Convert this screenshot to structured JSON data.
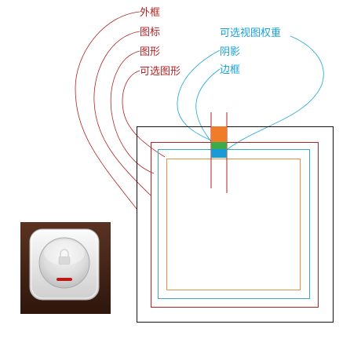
{
  "labels": {
    "outer_frame": "外框",
    "icon": "图标",
    "shape": "图形",
    "optional_shape": "可选图形",
    "optional_view_weight": "可选视图权重",
    "shadow": "阴影",
    "border": "边框"
  },
  "colors": {
    "red": "#b22222",
    "blue": "#1aa3d9",
    "orange": "#f07c2a",
    "green": "#3aaa4a",
    "frame_black": "#111111",
    "outline_blue": "#3aa7c8",
    "outline_orange": "#e3924a",
    "icon_bg_dark": "#3a1d12",
    "icon_bg_light": "#5a3322",
    "icon_slot": "#c01818"
  },
  "icons": {
    "sample_icon": "lock-button-icon"
  }
}
